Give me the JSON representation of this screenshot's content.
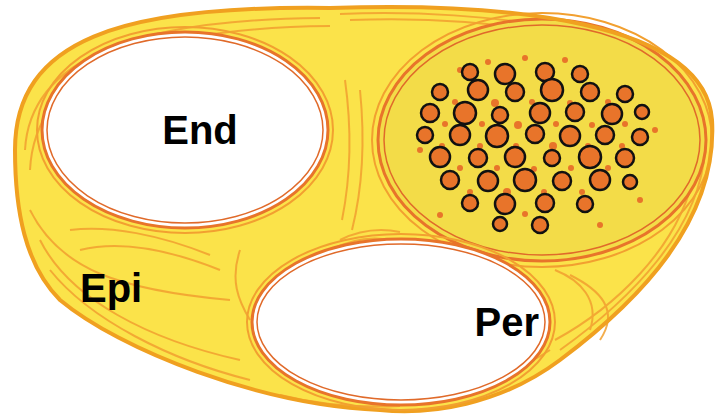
{
  "diagram": {
    "nodes": [
      {
        "text": [
          "Epi"
        ]
      },
      {
        "text": [
          "End"
        ],
        "in": 0
      },
      {
        "text": [
          "Per"
        ],
        "in": 0
      }
    ]
  }
}
